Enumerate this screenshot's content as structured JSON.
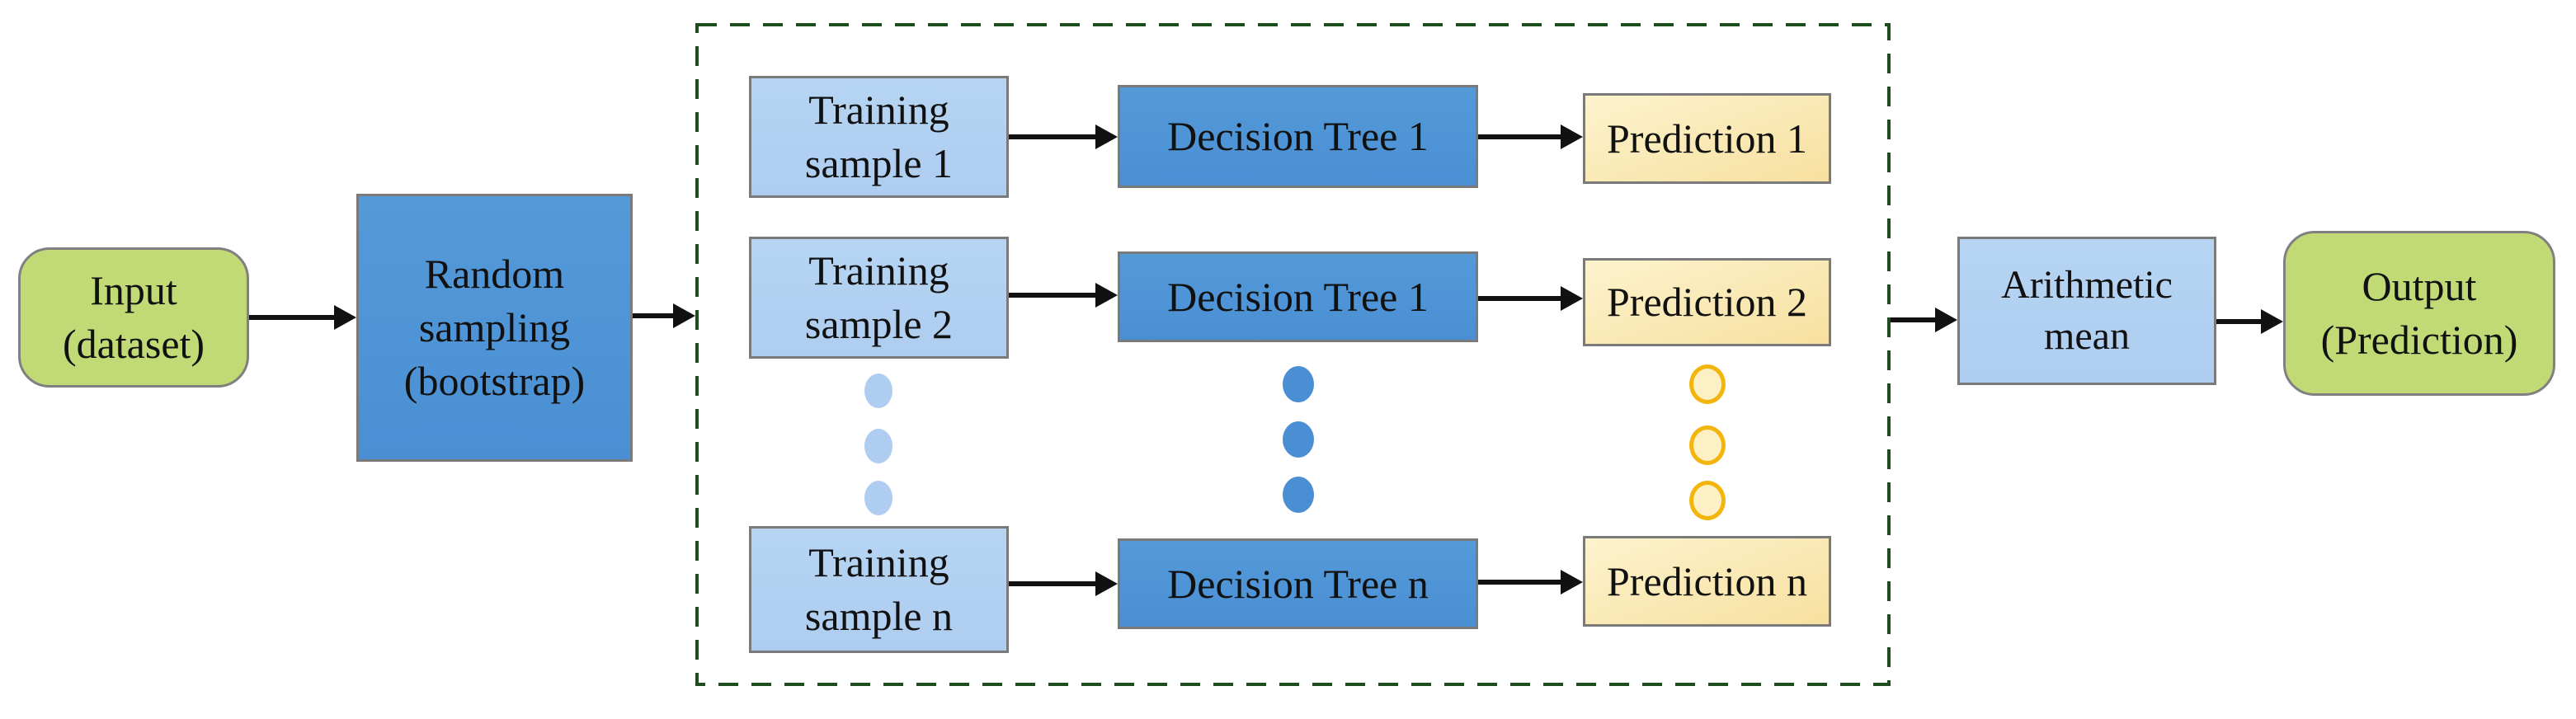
{
  "diagram": {
    "nodes": {
      "input": {
        "label": "Input\n(dataset)"
      },
      "random_sampling": {
        "label": "Random\nsampling\n(bootstrap)"
      },
      "training_samples": [
        "Training\nsample 1",
        "Training\nsample 2",
        "Training\nsample n"
      ],
      "decision_trees": [
        "Decision Tree 1",
        "Decision Tree 1",
        "Decision Tree n"
      ],
      "predictions": [
        "Prediction 1",
        "Prediction 2",
        "Prediction n"
      ],
      "arithmetic_mean": {
        "label": "Arithmetic\nmean"
      },
      "output": {
        "label": "Output\n(Prediction)"
      }
    },
    "colors": {
      "node_green": "#c1da75",
      "node_green_border": "#808080",
      "blue": "#4a8fd3",
      "blue_top": "#549ad9",
      "blue_light": "#aecdf0",
      "blue_light_top": "#b6d4f2",
      "cream_top": "#fdf3cd",
      "cream_bottom": "#f7e0a0",
      "dashed_border": "#1e4e1e",
      "arrow": "#111111",
      "dot_yellow_stroke": "#f2b50c",
      "dot_yellow_fill": "#fdf0c4",
      "box_border": "#7a7a7a",
      "text": "#111111"
    }
  }
}
